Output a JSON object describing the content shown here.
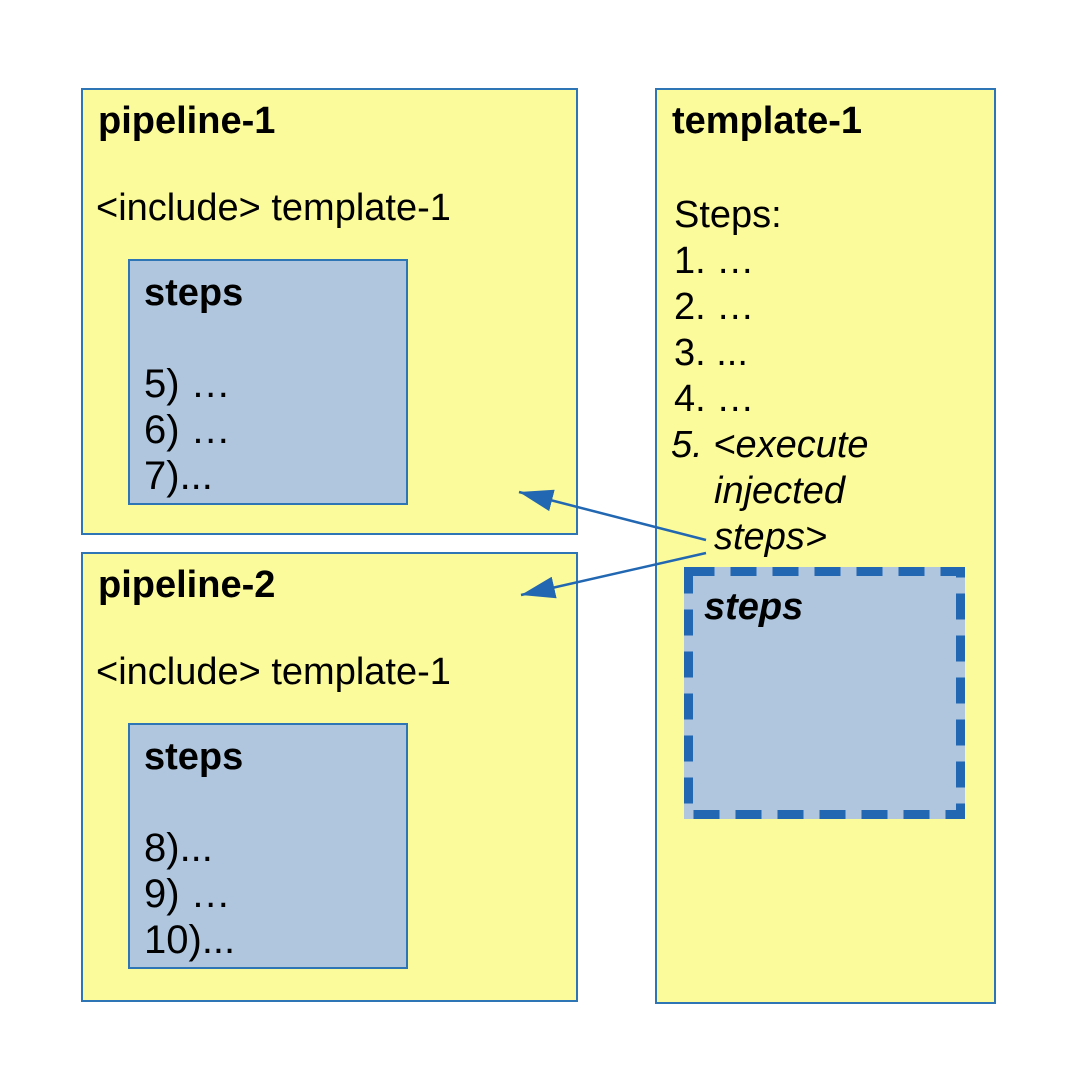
{
  "colors": {
    "background": "#ffffff",
    "box_fill": "#fbfb9b",
    "box_border": "#2e75b6",
    "inner_fill": "#afc6de",
    "inner_border": "#2e75b6",
    "dashed_border": "#2167b2",
    "arrow": "#2167b2",
    "text": "#000000"
  },
  "pipeline1": {
    "title": "pipeline-1",
    "include_line": "<include> template-1",
    "steps_box": {
      "label": "steps",
      "items": [
        "5) …",
        "6) …",
        "7)..."
      ]
    }
  },
  "pipeline2": {
    "title": "pipeline-2",
    "include_line": "<include> template-1",
    "steps_box": {
      "label": "steps",
      "items": [
        "8)...",
        "9) …",
        "10)..."
      ]
    }
  },
  "template": {
    "title": "template-1",
    "steps_heading": "Steps:",
    "steps": [
      "1. …",
      "2. …",
      "3. ...",
      "4. …"
    ],
    "injected_step": "5. <execute injected steps>",
    "dashed_steps_box": {
      "label": "steps"
    }
  },
  "arrows": [
    {
      "from": "template-1 injected steps",
      "to": "pipeline-1 steps box"
    },
    {
      "from": "template-1 injected steps",
      "to": "pipeline-2 steps box"
    }
  ]
}
